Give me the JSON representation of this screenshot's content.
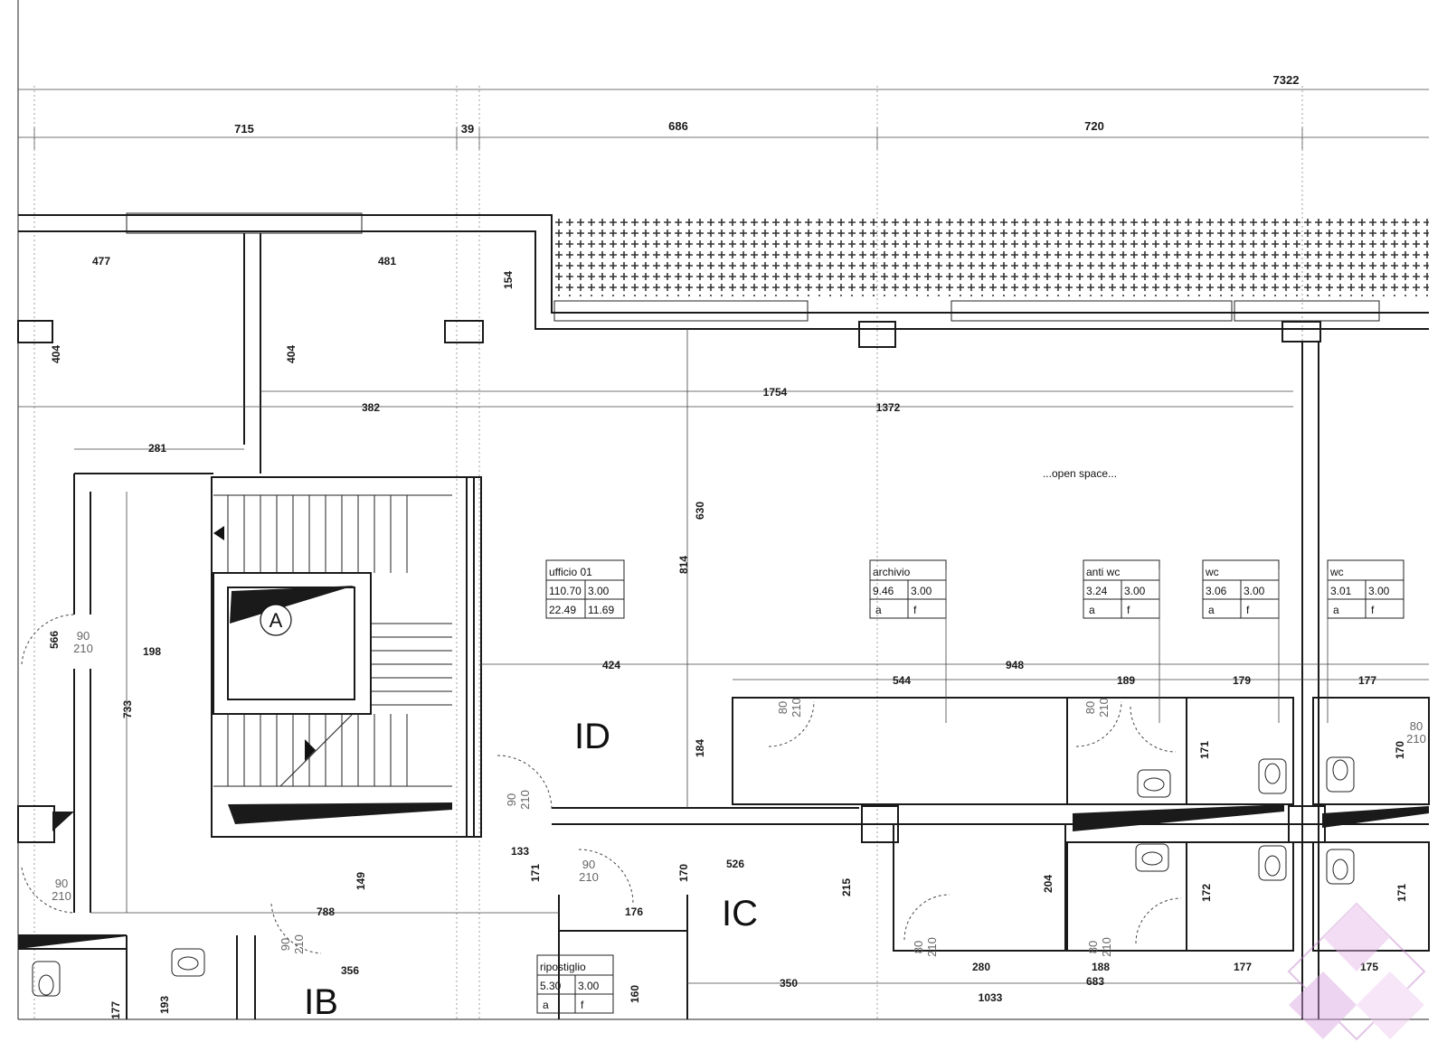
{
  "overall_dimension": "7322",
  "top_dimensions": [
    "715",
    "39",
    "686",
    "720"
  ],
  "interior_dimensions": {
    "d477": "477",
    "d481": "481",
    "d154": "154",
    "d404a": "404",
    "d404b": "404",
    "d382": "382",
    "d1754": "1754",
    "d1372": "1372",
    "d281": "281",
    "d630": "630",
    "d814": "814",
    "d566": "566",
    "d198": "198",
    "d733": "733",
    "d424": "424",
    "d948": "948",
    "d544": "544",
    "d189": "189",
    "d179": "179",
    "d177a": "177",
    "d184": "184",
    "d171a": "171",
    "d170a": "170",
    "d133": "133",
    "d171b": "171",
    "d149": "149",
    "d170b": "170",
    "d526": "526",
    "d215": "215",
    "d204": "204",
    "d172": "172",
    "d171c": "171",
    "d788": "788",
    "d176": "176",
    "d356": "356",
    "d350": "350",
    "d280": "280",
    "d683": "683",
    "d188": "188",
    "d177b": "177",
    "d175": "175",
    "d1033": "1033",
    "d177c": "177",
    "d193": "193",
    "d160": "160"
  },
  "doors": [
    {
      "w": "90",
      "h": "210"
    },
    {
      "w": "80",
      "h": "210"
    },
    {
      "w": "80",
      "h": "210"
    },
    {
      "w": "80",
      "h": "210"
    },
    {
      "w": "90",
      "h": "210"
    },
    {
      "w": "90",
      "h": "210"
    },
    {
      "w": "90",
      "h": "210"
    },
    {
      "w": "90",
      "h": "210"
    },
    {
      "w": "80",
      "h": "210"
    },
    {
      "w": "80",
      "h": "210"
    }
  ],
  "zones": [
    "ID",
    "IC",
    "IB"
  ],
  "stair_marker": "A",
  "annotation": "...open space...",
  "room_tags": [
    {
      "name": "ufficio 01",
      "v1": "110.70",
      "v2": "3.00",
      "v3": "22.49",
      "v4": "11.69"
    },
    {
      "name": "archivio",
      "v1": "9.46",
      "v2": "3.00",
      "v3": "a",
      "v4": "f"
    },
    {
      "name": "anti wc",
      "v1": "3.24",
      "v2": "3.00",
      "v3": "a",
      "v4": "f"
    },
    {
      "name": "wc",
      "v1": "3.06",
      "v2": "3.00",
      "v3": "a",
      "v4": "f"
    },
    {
      "name": "wc",
      "v1": "3.01",
      "v2": "3.00",
      "v3": "a",
      "v4": "f"
    },
    {
      "name": "ripostiglio",
      "v1": "5.30",
      "v2": "3.00",
      "v3": "a",
      "v4": "f"
    }
  ],
  "colors": {
    "line": "#1a1a1a",
    "hatch": "#333333",
    "watermark": "#c080c8"
  }
}
